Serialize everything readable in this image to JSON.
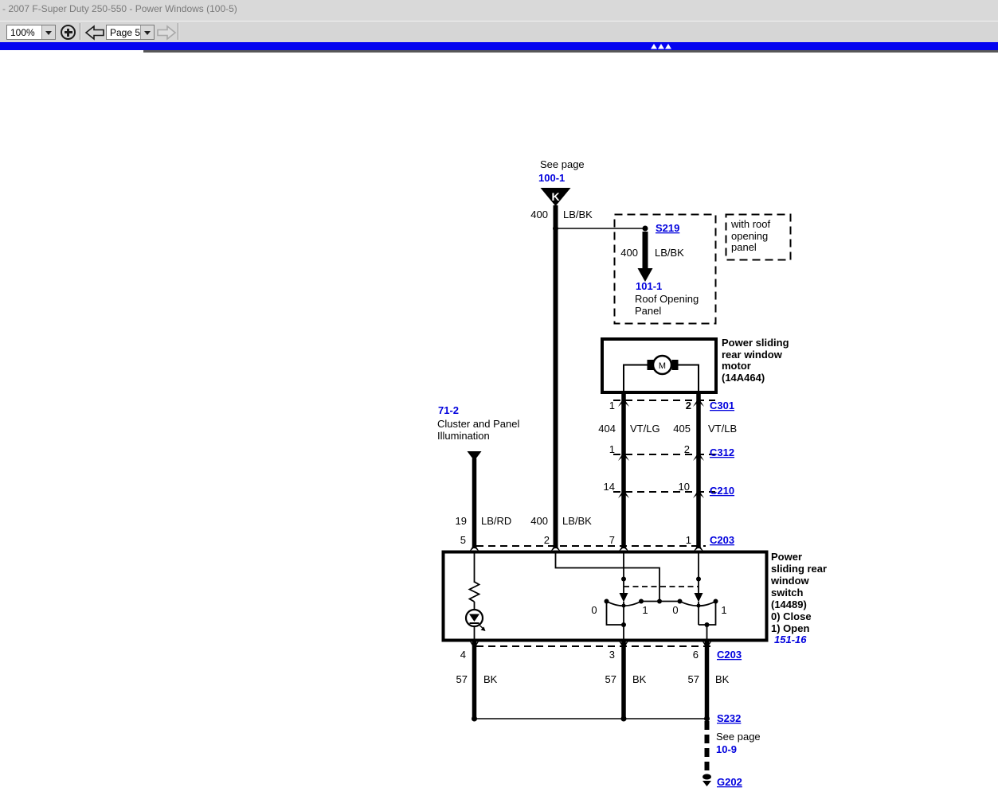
{
  "window": {
    "title": "- 2007 F-Super Duty 250-550 - Power Windows (100-5)"
  },
  "toolbar": {
    "zoom": "100%",
    "page": "Page 5"
  },
  "colors": {
    "link": "#0000dd",
    "bar": "#0404f0",
    "titletext": "#7a7a7a"
  },
  "diagram": {
    "feed": {
      "see_page": "See page",
      "ref": "100-1",
      "letter": "K",
      "num": "400",
      "color": "LB/BK"
    },
    "s219": {
      "label": "S219",
      "num": "400",
      "color": "LB/BK",
      "ref": "101-1",
      "dest1": "Roof Opening",
      "dest2": "Panel"
    },
    "note": {
      "l1": "with roof",
      "l2": "opening",
      "l3": "panel"
    },
    "motor": {
      "m": "M",
      "l1": "Power sliding",
      "l2": "rear window",
      "l3": "motor",
      "l4": "(14A464)"
    },
    "c301": {
      "p1": "1",
      "p2": "2",
      "label": "C301"
    },
    "w404": {
      "num": "404",
      "color": "VT/LG"
    },
    "w405": {
      "num": "405",
      "color": "VT/LB"
    },
    "c312": {
      "p1": "1",
      "p2": "2",
      "label": "C312"
    },
    "c210": {
      "p1": "14",
      "p2": "10",
      "label": "C210"
    },
    "c203_top": {
      "p1": "5",
      "p2": "2",
      "p3": "7",
      "p4": "1",
      "label": "C203"
    },
    "illum": {
      "ref": "71-2",
      "l1": "Cluster and Panel",
      "l2": "Illumination",
      "num": "19",
      "color": "LB/RD"
    },
    "w400b": {
      "num": "400",
      "color": "LB/BK"
    },
    "sw": {
      "l1": "Power",
      "l2": "sliding rear",
      "l3": "window",
      "l4": "switch",
      "l5": "(14489)",
      "l6": "0) Close",
      "l7": "1) Open",
      "ref": "151-16",
      "pos": [
        "0",
        "1",
        "0",
        "1"
      ]
    },
    "c203_bot": {
      "p1": "4",
      "p2": "3",
      "p3": "6",
      "label": "C203"
    },
    "gw1": {
      "num": "57",
      "color": "BK"
    },
    "gw2": {
      "num": "57",
      "color": "BK"
    },
    "gw3": {
      "num": "57",
      "color": "BK"
    },
    "s232": {
      "label": "S232"
    },
    "see2": {
      "label": "See page",
      "ref": "10-9"
    },
    "g202": {
      "label": "G202"
    }
  }
}
